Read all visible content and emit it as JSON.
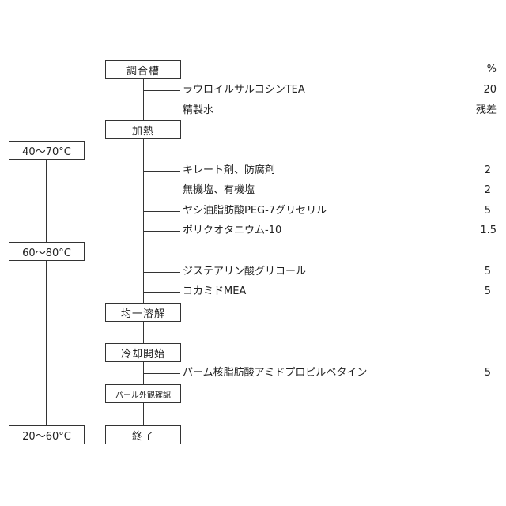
{
  "header": {
    "percent_label": "%"
  },
  "steps": {
    "mixing_tank": "調合槽",
    "heating": "加熱",
    "homogeneous_dissolve": "均一溶解",
    "start_cooling": "冷却開始",
    "pearl_check": "パール外観確認",
    "end": "終了"
  },
  "temperatures": {
    "t1": "40〜70°C",
    "t2": "60〜80°C",
    "t3": "20〜60°C"
  },
  "ingredients": [
    {
      "name": "ラウロイルサルコシンTEA",
      "amount": "20"
    },
    {
      "name": "精製水",
      "amount": "残差"
    },
    {
      "name": "キレート剤、防腐剤",
      "amount": "2"
    },
    {
      "name": "無機塩、有機塩",
      "amount": "2"
    },
    {
      "name": "ヤシ油脂肪酸PEG-7グリセリル",
      "amount": "5"
    },
    {
      "name": "ポリクオタニウム-10",
      "amount": "1.5"
    },
    {
      "name": "ジステアリン酸グリコール",
      "amount": "5"
    },
    {
      "name": "コカミドMEA",
      "amount": "5"
    },
    {
      "name": "パーム核脂肪酸アミドプロピルベタイン",
      "amount": "5"
    }
  ]
}
